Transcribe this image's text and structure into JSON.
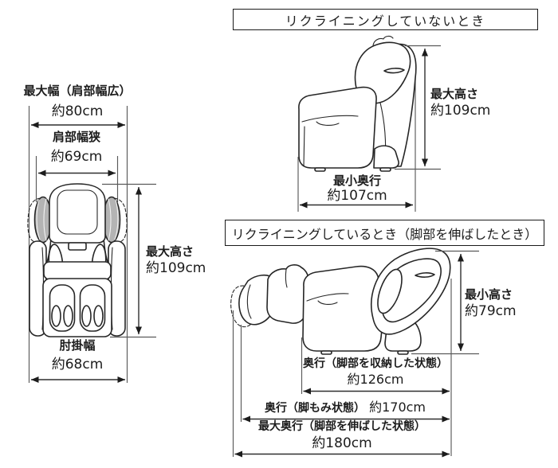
{
  "figure": {
    "background": "#ffffff",
    "chair_line_color": "#262626",
    "dimension_line_color": "#2f2f2f",
    "text_color": "#1c1c1c"
  },
  "front_view": {
    "max_width": {
      "label": "最大幅（肩部幅広）",
      "value": "約80cm"
    },
    "shoulder_narrow": {
      "label": "肩部幅狭",
      "value": "約69cm"
    },
    "max_height": {
      "label": "最大高さ",
      "value": "約109cm"
    },
    "armrest_width": {
      "label": "肘掛幅",
      "value": "約68cm"
    }
  },
  "upright_view": {
    "header": "リクライニングしていないとき",
    "max_height": {
      "label": "最大高さ",
      "value": "約109cm"
    },
    "min_depth": {
      "label": "最小奥行",
      "value": "約107cm"
    }
  },
  "reclined_view": {
    "header": "リクライニングしているとき（脚部を伸ばしたとき）",
    "min_height": {
      "label": "最小高さ",
      "value": "約79cm"
    },
    "depth_leg_stowed": {
      "label": "奥行（脚部を収納した状態）",
      "value": "約126cm"
    },
    "depth_leg_kneading": {
      "label": "奥行（脚もみ状態）",
      "value": "約170cm"
    },
    "max_depth": {
      "label": "最大奥行（脚部を伸ばした状態）",
      "value": "約180cm"
    }
  }
}
